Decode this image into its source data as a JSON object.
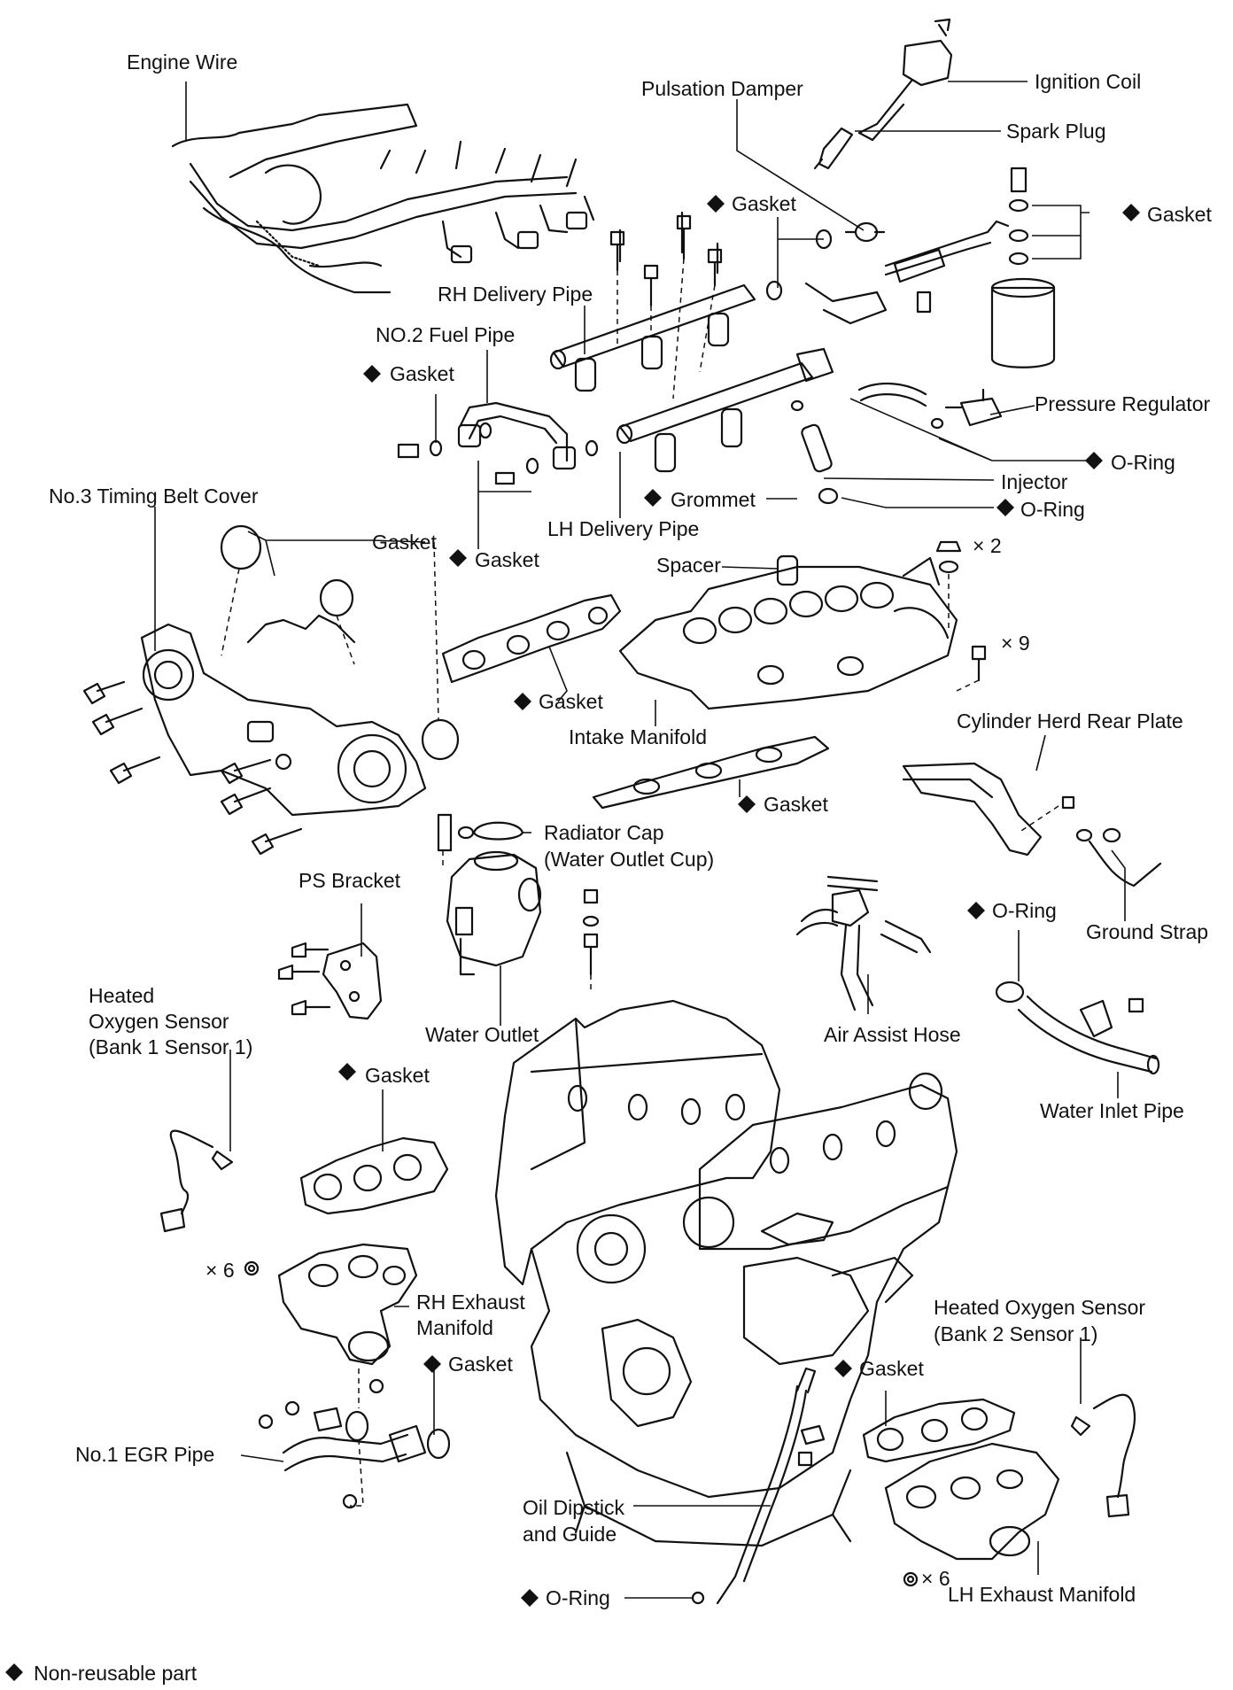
{
  "labels": {
    "engine_wire": "Engine Wire",
    "pulsation_damper": "Pulsation Damper",
    "ignition_coil": "Ignition Coil",
    "spark_plug": "Spark Plug",
    "gasket_top_mid": "Gasket",
    "gasket_top_right": "Gasket",
    "rh_delivery_pipe": "RH Delivery Pipe",
    "no2_fuel_pipe": "NO.2 Fuel Pipe",
    "gasket_fuel_pipe": "Gasket",
    "pressure_regulator": "Pressure Regulator",
    "o_ring_regulator": "O-Ring",
    "injector": "Injector",
    "grommet": "Grommet",
    "o_ring_injector": "O-Ring",
    "lh_delivery_pipe": "LH Delivery Pipe",
    "no3_timing_belt_cover": "No.3 Timing Belt Cover",
    "gasket_timing_cover": "Gasket",
    "gasket_fuel_pipe_lower": "Gasket",
    "spacer": "Spacer",
    "qty_x2": "× 2",
    "qty_x9": "× 9",
    "gasket_intake_upper": "Gasket",
    "intake_manifold": "Intake Manifold",
    "cylinder_head_rear_plate": "Cylinder Herd Rear Plate",
    "gasket_intake_lower": "Gasket",
    "radiator_cap_line1": "Radiator  Cap",
    "radiator_cap_line2": "(Water Outlet Cup)",
    "ps_bracket": "PS Bracket",
    "o_ring_water_inlet": "O-Ring",
    "ground_strap": "Ground Strap",
    "heated_o2_b1_line1": "Heated",
    "heated_o2_b1_line2": "Oxygen Sensor",
    "heated_o2_b1_line3": "(Bank 1 Sensor 1)",
    "water_outlet": "Water Outlet",
    "air_assist_hose": "Air Assist Hose",
    "water_inlet_pipe": "Water Inlet Pipe",
    "gasket_rh_exhaust": "Gasket",
    "qty_x6_rh": "× 6",
    "rh_exhaust_line1": "RH Exhaust",
    "rh_exhaust_line2": "Manifold",
    "gasket_egr": "Gasket",
    "heated_o2_b2_line1": "Heated Oxygen Sensor",
    "heated_o2_b2_line2": "(Bank 2 Sensor 1)",
    "gasket_lh_exhaust": "Gasket",
    "no1_egr_pipe": "No.1 EGR Pipe",
    "oil_dipstick_line1": "Oil Dipstick",
    "oil_dipstick_line2": "and Guide",
    "qty_x6_lh": "× 6",
    "o_ring_dipstick": "O-Ring",
    "lh_exhaust_manifold": "LH Exhaust Manifold"
  },
  "legend": {
    "non_reusable": "Non-reusable part"
  }
}
